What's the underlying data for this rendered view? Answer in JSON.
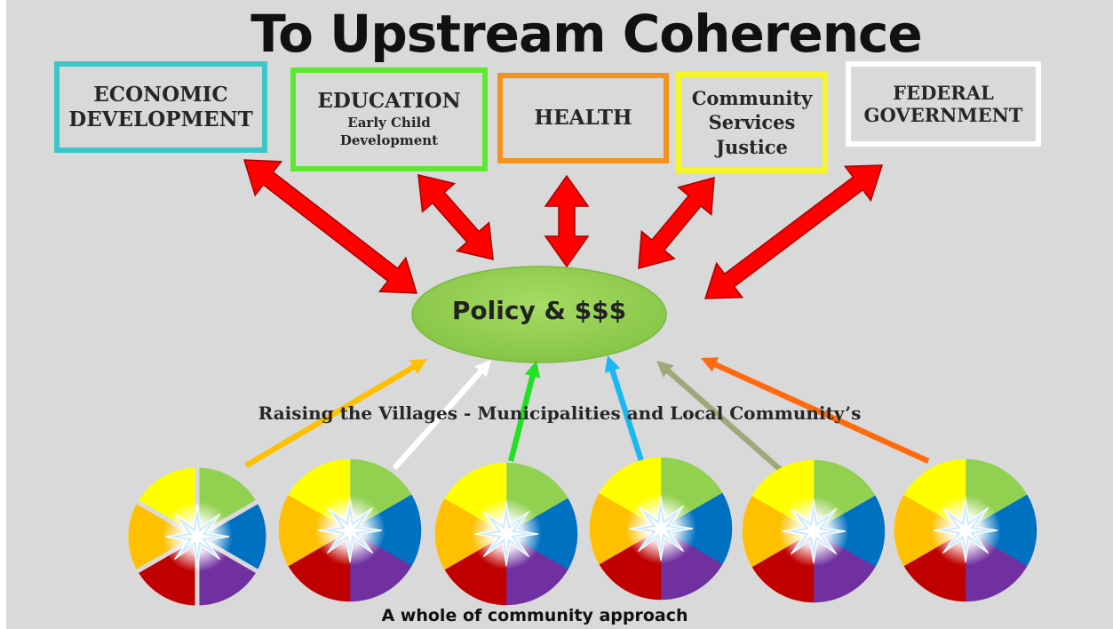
{
  "title": "To Upstream Coherence",
  "boxes": {
    "economic": {
      "line1": "ECONOMIC",
      "line2": "DEVELOPMENT"
    },
    "education": {
      "main": "EDUCATION",
      "sub1": "Early Child",
      "sub2": "Development"
    },
    "health": {
      "main": "HEALTH"
    },
    "community": {
      "line1": "Community",
      "line2": "Services",
      "line3": "Justice"
    },
    "federal": {
      "line1": "FEDERAL",
      "line2": "GOVERNMENT"
    }
  },
  "hub": {
    "label": "Policy & $$$"
  },
  "villages_caption": "Raising the Villages - Municipalities and Local Community’s",
  "footer_caption": "A whole of  community approach",
  "colors": {
    "background": "#d9d9d9",
    "hub_fill": "#92d050",
    "red_arrow": "#ff0000",
    "box_borders": [
      "#3ec5c8",
      "#5ee833",
      "#f5921f",
      "#f5f52a",
      "#ffffff"
    ],
    "village_arrows": [
      "#ffc000",
      "#ffffff",
      "#22e022",
      "#1ab8f0",
      "#9ea978",
      "#ff6a10"
    ],
    "wheel_segments": [
      "#92d050",
      "#0070c0",
      "#7030a0",
      "#c00000",
      "#ffc000",
      "#ffff00"
    ]
  },
  "icons": [
    "red-double-arrow-icon",
    "colored-arrow-icon",
    "color-wheel-icon",
    "star-burst-icon"
  ]
}
